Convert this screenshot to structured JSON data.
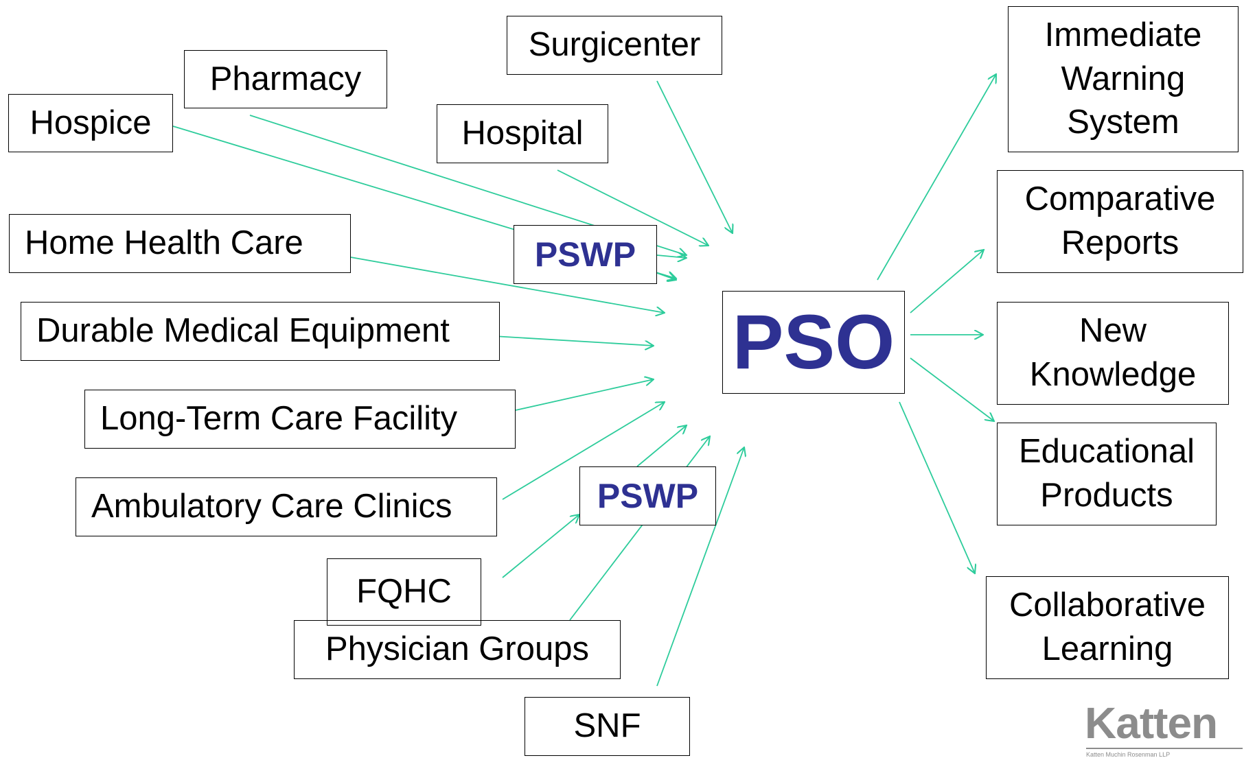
{
  "sources": {
    "surgicenter": "Surgicenter",
    "pharmacy": "Pharmacy",
    "hospice": "Hospice",
    "hospital": "Hospital",
    "home_health_care": "Home Health Care",
    "durable_medical_equipment": "Durable Medical Equipment",
    "long_term_care_facility": "Long-Term Care Facility",
    "ambulatory_care_clinics": "Ambulatory Care Clinics",
    "fqhc": "FQHC",
    "physician_groups": "Physician Groups",
    "snf": "SNF"
  },
  "pswp_labels": [
    "PSWP",
    "PSWP"
  ],
  "center": "PSO",
  "outputs": {
    "immediate_warning_system": "Immediate\nWarning\nSystem",
    "comparative_reports": "Comparative\nReports",
    "new_knowledge": "New\nKnowledge",
    "educational_products": "Educational\nProducts",
    "collaborative_learning": "Collaborative\nLearning"
  },
  "logo": {
    "name": "Katten",
    "tagline": "Katten Muchin Rosenman LLP"
  },
  "colors": {
    "arrow": "#2DCC9B",
    "accent": "#2E3192",
    "logo": "#8C8C8C"
  }
}
